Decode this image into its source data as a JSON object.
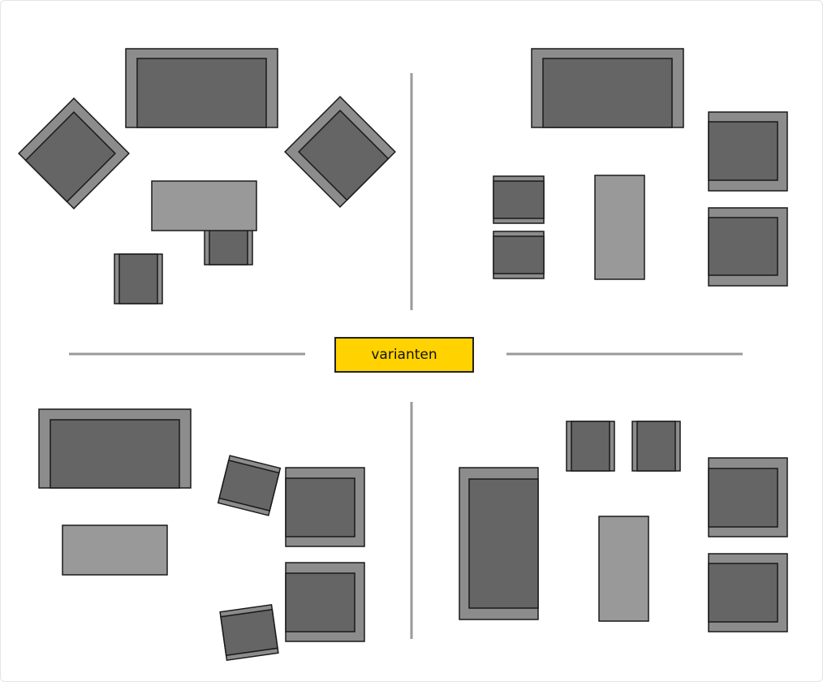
{
  "label": {
    "text": "varianten"
  },
  "colors": {
    "badge_fill": "#ffd200",
    "frame_fill": "#8c8c8c",
    "cushion_fill": "#656565",
    "table_fill": "#999999",
    "divider": "#9a9a9a",
    "outline": "#1a1a1a"
  },
  "variants": [
    {
      "name": "variant-top-left",
      "pieces": [
        "sofa",
        "armchair-rotated",
        "armchair-rotated",
        "coffee-table",
        "stool",
        "stool"
      ]
    },
    {
      "name": "variant-top-right",
      "pieces": [
        "sofa",
        "armchair",
        "armchair",
        "coffee-table",
        "stool",
        "stool"
      ]
    },
    {
      "name": "variant-bottom-left",
      "pieces": [
        "sofa",
        "armchair",
        "armchair",
        "coffee-table",
        "stool-rotated",
        "stool-rotated"
      ]
    },
    {
      "name": "variant-bottom-right",
      "pieces": [
        "sofa",
        "armchair",
        "armchair",
        "coffee-table",
        "stool",
        "stool"
      ]
    }
  ]
}
